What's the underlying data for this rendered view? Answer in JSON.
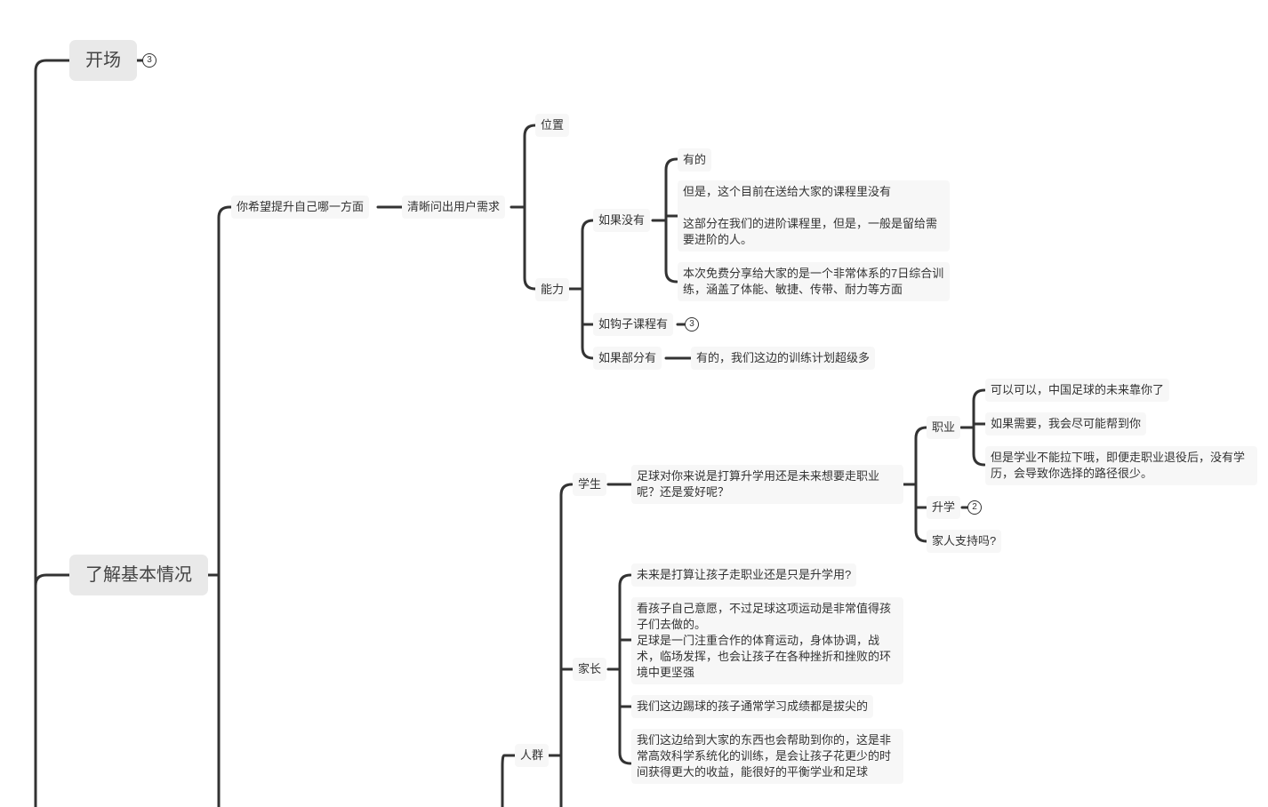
{
  "root": {
    "opening": "开场",
    "opening_count": "3",
    "basic": "了解基本情况"
  },
  "needs_branch": {
    "question": "你希望提升自己哪一方面",
    "clarify": "清晰问出用户需求",
    "position": "位置",
    "ability": "能力",
    "if_none": "如果没有",
    "if_none_answers": {
      "have": "有的",
      "not_in_course": "但是，这个目前在送给大家的课程里没有\n\n这部分在我们的进阶课程里，但是，一般是留给需要进阶的人。",
      "free_course": "本次免费分享给大家的是一个非常体系的7日综合训练，涵盖了体能、敏捷、传带、耐力等方面"
    },
    "if_hook": "如钩子课程有",
    "if_hook_count": "3",
    "if_partial": "如果部分有",
    "if_partial_answer": "有的，我们这边的训练计划超级多"
  },
  "crowd_branch": {
    "crowd": "人群",
    "student": "学生",
    "student_question": "足球对你来说是打算升学用还是未来想要走职业呢？还是爱好呢？",
    "career": "职业",
    "career_answers": [
      "可以可以，中国足球的未来靠你了",
      "如果需要，我会尽可能帮到你",
      "但是学业不能拉下哦，即便走职业退役后，没有学历，会导致你选择的路径很少。"
    ],
    "further_study": "升学",
    "further_study_count": "2",
    "family_support": "家人支持吗?",
    "parent": "家长",
    "parent_answers": [
      "未来是打算让孩子走职业还是只是升学用?",
      "看孩子自己意愿，不过足球这项运动是非常值得孩子们去做的。\n足球是一门注重合作的体育运动，身体协调，战术，临场发挥，也会让孩子在各种挫折和挫败的环境中更坚强",
      "我们这边踢球的孩子通常学习成绩都是拔尖的",
      "我们这边给到大家的东西也会帮助到你的，这是非常高效科学系统化的训练，是会让孩子花更少的时间获得更大的收益，能很好的平衡学业和足球"
    ]
  }
}
